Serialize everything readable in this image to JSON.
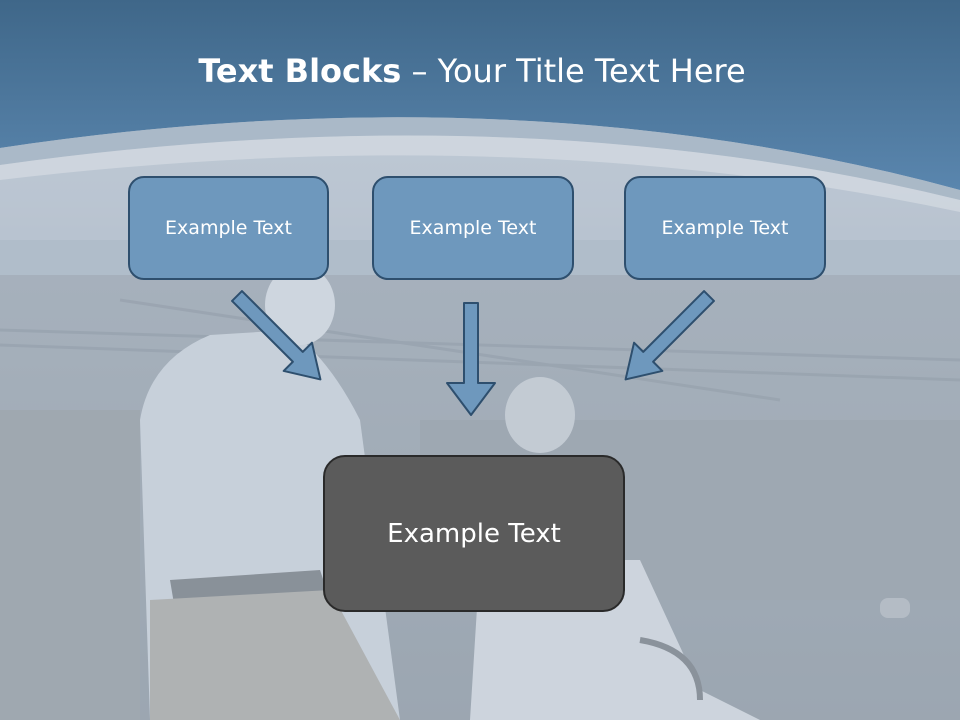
{
  "slide": {
    "title_bold": "Text Blocks",
    "title_rest": " – Your Title Text Here",
    "top_boxes": [
      {
        "label": "Example Text"
      },
      {
        "label": "Example Text"
      },
      {
        "label": "Example Text"
      }
    ],
    "center_box": {
      "label": "Example Text"
    }
  },
  "colors": {
    "header_blue": "#4f7aa2",
    "box_blue": "#6e98bd",
    "box_border": "#2e4f6e",
    "center_box_gray": "#5b5b5b",
    "photo_tint": "#9aa6b4"
  }
}
